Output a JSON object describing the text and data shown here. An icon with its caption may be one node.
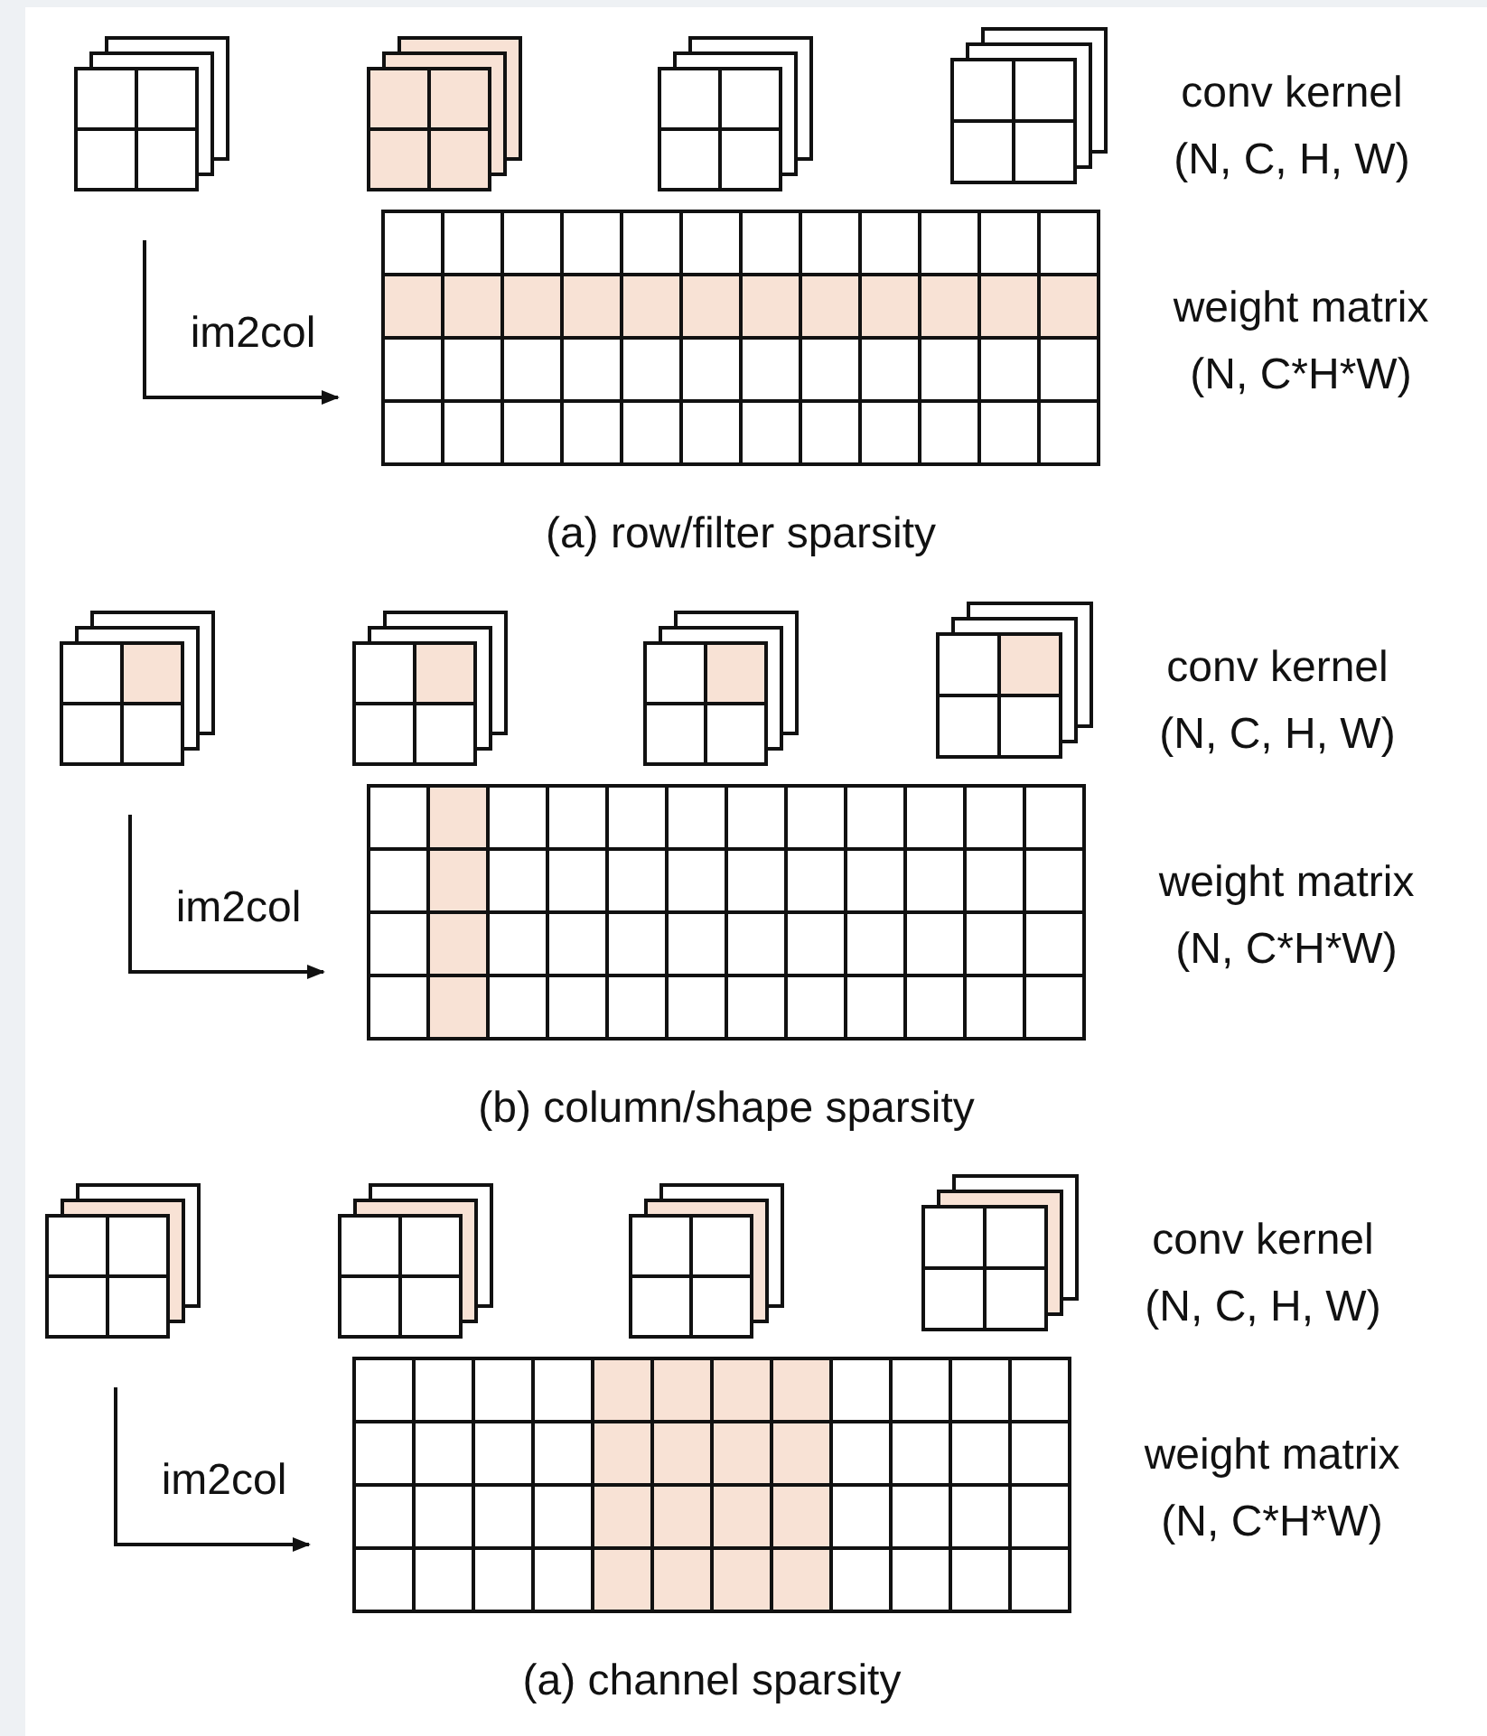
{
  "diagram": {
    "labels": [
      "conv kernel (N, C, H, W)",
      "weight matrix (N, C*H*W)",
      "im2col",
      "(a) row/filter sparsity",
      "conv kernel (N, C, H, W)",
      "weight matrix (N, C*H*W)",
      "im2col",
      "(b) column/shape sparsity",
      "conv kernel (N, C, H, W)",
      "weight matrix (N, C*H*W)",
      "im2col",
      "(a) channel sparsity"
    ]
  }
}
